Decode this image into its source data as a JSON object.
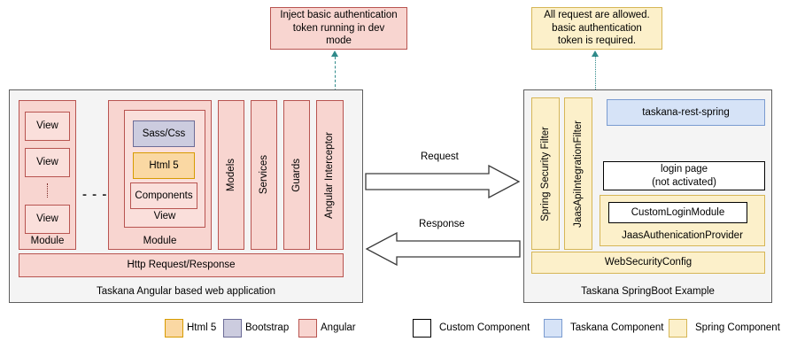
{
  "callouts": {
    "left": {
      "text": "Inject basic authentication token running in dev mode",
      "lines": [
        "Inject basic authentication",
        "token running in dev",
        "mode"
      ],
      "fill": "#f8d5d0",
      "stroke": "#b85450"
    },
    "right": {
      "text": "All request are allowed. basic authentication token is required.",
      "lines": [
        "All request are allowed.",
        "basic authentication",
        "token is required."
      ],
      "fill": "#fcf0ca",
      "stroke": "#d6b656"
    }
  },
  "client": {
    "caption": "Taskana Angular based web application",
    "module_one": {
      "label": "Module",
      "views": [
        "View",
        "View",
        "View"
      ]
    },
    "module_separator": "- - -",
    "module_two": {
      "label": "Module",
      "view_label": "View",
      "items": [
        "Sass/Css",
        "Html 5",
        "Components"
      ]
    },
    "columns": [
      "Models",
      "Services",
      "Guards",
      "Angular Interceptor"
    ],
    "http_bar": "Http Request/Response"
  },
  "arrows": {
    "request": "Request",
    "response": "Response"
  },
  "server": {
    "caption": "Taskana SpringBoot Example",
    "filters": [
      "Spring Security Filter",
      "JaasApiIntegrationFilter"
    ],
    "rest": "taskana-rest-spring",
    "login_page_lines": [
      "login page",
      "(not activated)"
    ],
    "provider": {
      "inner": "CustomLoginModule",
      "label": "JaasAuthenicationProvider"
    },
    "web_security_config": "WebSecurityConfig"
  },
  "legend": {
    "left_group": [
      {
        "label": "Html 5",
        "fill": "#fad8a3",
        "stroke": "#d79b00"
      },
      {
        "label": "Bootstrap",
        "fill": "#ccccdf",
        "stroke": "#6c6c97"
      },
      {
        "label": "Angular",
        "fill": "#f8d5d0",
        "stroke": "#b85450"
      }
    ],
    "right_group": [
      {
        "label": "Custom Component",
        "fill": "#ffffff",
        "stroke": "#000000"
      },
      {
        "label": "Taskana Component",
        "fill": "#d6e3f7",
        "stroke": "#7a9bd0"
      },
      {
        "label": "Spring Component",
        "fill": "#fcf0ca",
        "stroke": "#d6b656"
      }
    ]
  }
}
